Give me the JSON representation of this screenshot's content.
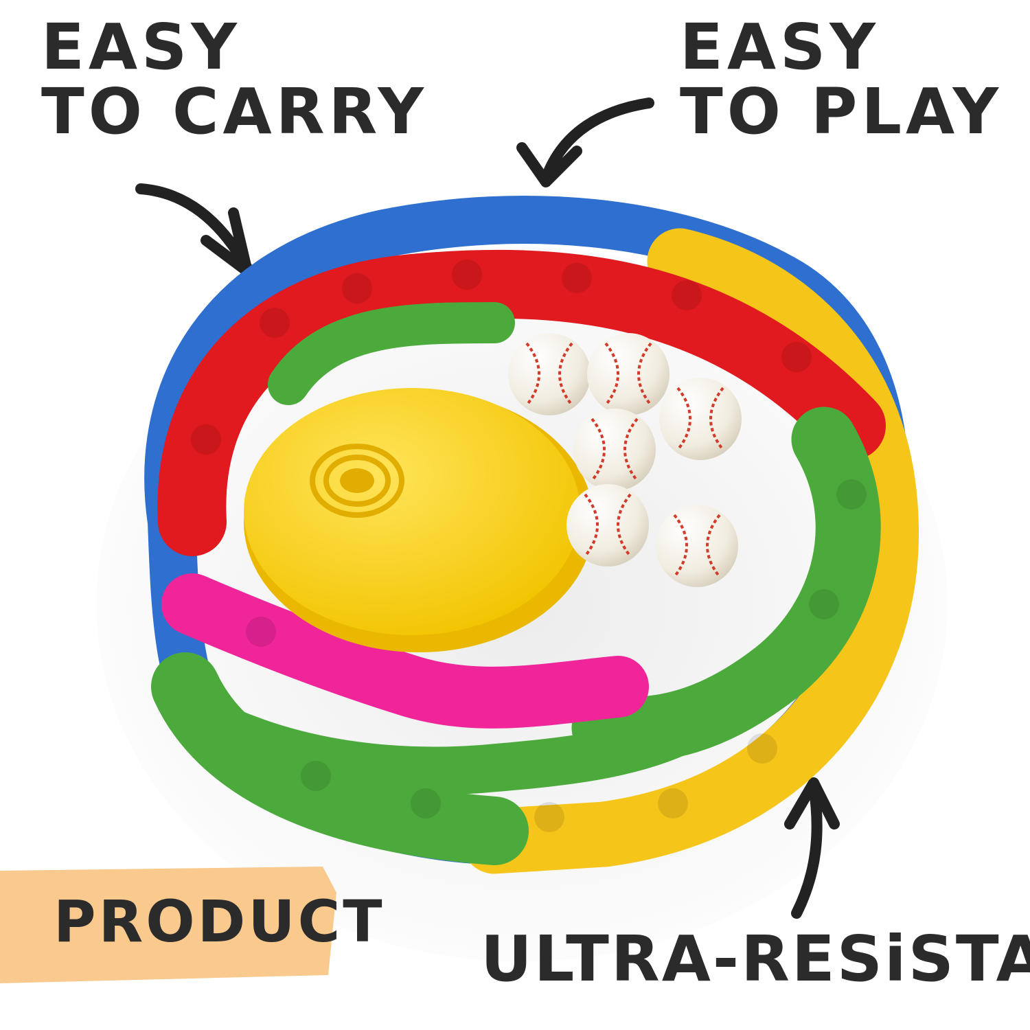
{
  "feature_labels": {
    "easy_to_carry": {
      "line1": "EASY",
      "line2": "TO CARRY"
    },
    "easy_to_play": {
      "line1": "EASY",
      "line2": "TO PLAY"
    },
    "ultra_resistant": "ULTRA-RESiSTANT"
  },
  "badge": {
    "text": "PRODUCT",
    "color": "#f9c98d"
  },
  "colors": {
    "text": "#2b2b2b",
    "scrunchie_blue": "#2f6fd0",
    "scrunchie_red": "#e01a1f",
    "scrunchie_green": "#4caa3c",
    "scrunchie_pink": "#f0259a",
    "scrunchie_yellow": "#f6c51a",
    "cone_yellow": "#f8d21a",
    "ball": "#f6f3ea",
    "stitch": "#d23a2a"
  },
  "product_items": [
    "stretch-band-blue",
    "stretch-band-red",
    "stretch-band-green",
    "stretch-band-pink",
    "stretch-band-yellow",
    "yellow-cones",
    "baseball-balls"
  ]
}
